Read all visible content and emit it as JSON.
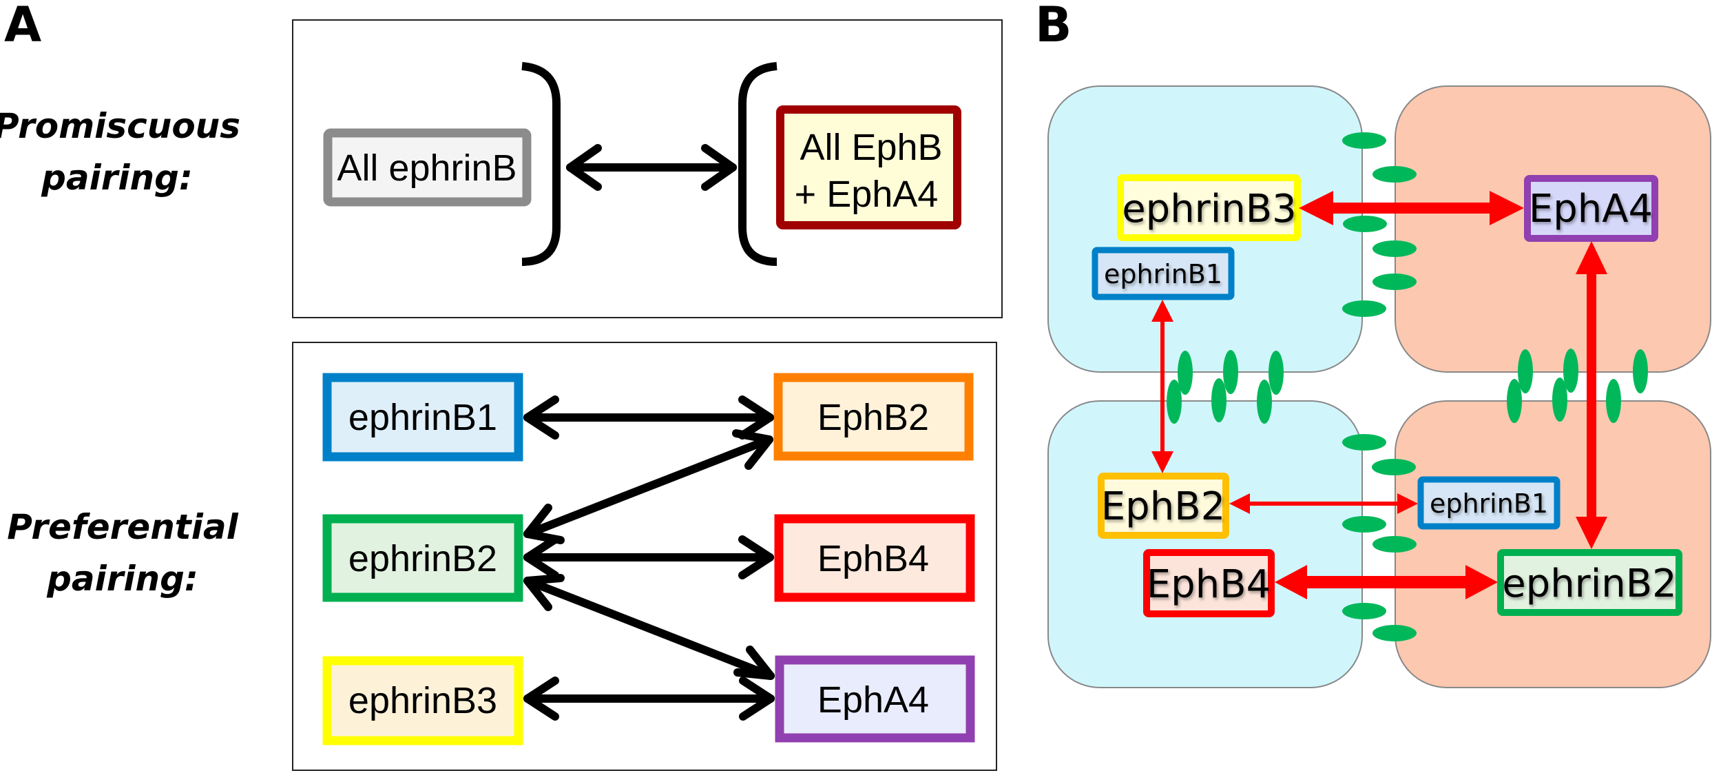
{
  "figure": {
    "panel_a_letter": "A",
    "panel_b_letter": "B"
  },
  "panel_a": {
    "promiscuous": {
      "label_line1": "Promiscuous",
      "label_line2": "pairing:",
      "left_box": {
        "text": "All ephrinB",
        "border": "#8C8C8C",
        "fill": "#F4F4F4"
      },
      "right_box": {
        "line1": "All EphB",
        "line2": "+ EphA4",
        "border": "#A00000",
        "fill": "#FFFDD8"
      },
      "arrow": "bidirectional"
    },
    "preferential": {
      "label_line1": "Preferential",
      "label_line2": "pairing:",
      "ligands": [
        {
          "id": "ephrinB1",
          "text": "ephrinB1",
          "border": "#0080C8",
          "fill": "#DEEFFA"
        },
        {
          "id": "ephrinB2",
          "text": "ephrinB2",
          "border": "#00B050",
          "fill": "#E2F2E0"
        },
        {
          "id": "ephrinB3",
          "text": "ephrinB3",
          "border": "#FFFF00",
          "fill": "#FDF2D8"
        }
      ],
      "receptors": [
        {
          "id": "EphB2",
          "text": "EphB2",
          "border": "#FF8000",
          "fill": "#FFF2D9"
        },
        {
          "id": "EphB4",
          "text": "EphB4",
          "border": "#FF0000",
          "fill": "#FDE9DD"
        },
        {
          "id": "EphA4",
          "text": "EphA4",
          "border": "#9040B0",
          "fill": "#E9ECFC"
        }
      ],
      "pairings": [
        {
          "from": "ephrinB1",
          "to": "EphB2"
        },
        {
          "from": "ephrinB2",
          "to": "EphB2"
        },
        {
          "from": "ephrinB2",
          "to": "EphB4"
        },
        {
          "from": "ephrinB2",
          "to": "EphA4"
        },
        {
          "from": "ephrinB3",
          "to": "EphA4"
        }
      ]
    }
  },
  "panel_b": {
    "colors": {
      "cell_blue": "#D0F6FC",
      "cell_salmon": "#FCC8AF",
      "cell_outline": "#888888",
      "adhesion": "#00B85A",
      "arrow": "#FF0000"
    },
    "proteins": [
      {
        "id": "b-ephrinB3",
        "text": "ephrinB3",
        "border": "#FFFF00",
        "fill": "#FFFDDC",
        "size": "large"
      },
      {
        "id": "b-EphA4",
        "text": "EphA4",
        "border": "#9040B0",
        "fill": "#D6D8FA",
        "size": "large"
      },
      {
        "id": "b-ephrinB1-left",
        "text": "ephrinB1",
        "border": "#0080C8",
        "fill": "#D6E6F6",
        "size": "small"
      },
      {
        "id": "b-EphB2",
        "text": "EphB2",
        "border": "#FFC000",
        "fill": "#FFFADC",
        "size": "large"
      },
      {
        "id": "b-ephrinB1-right",
        "text": "ephrinB1",
        "border": "#0080C8",
        "fill": "#D6E6F6",
        "size": "small"
      },
      {
        "id": "b-EphB4",
        "text": "EphB4",
        "border": "#FF0000",
        "fill": "#FCE4DA",
        "size": "large"
      },
      {
        "id": "b-ephrinB2",
        "text": "ephrinB2",
        "border": "#00B050",
        "fill": "#E2F2E0",
        "size": "large"
      }
    ],
    "interactions": [
      {
        "from": "ephrinB3",
        "to": "EphA4",
        "weight": "strong"
      },
      {
        "from": "EphA4",
        "to": "ephrinB2",
        "weight": "strong"
      },
      {
        "from": "EphB4",
        "to": "ephrinB2",
        "weight": "strong"
      },
      {
        "from": "ephrinB1",
        "to": "EphB2",
        "weight": "weak"
      },
      {
        "from": "EphB2",
        "to": "ephrinB1",
        "weight": "weak"
      }
    ]
  }
}
